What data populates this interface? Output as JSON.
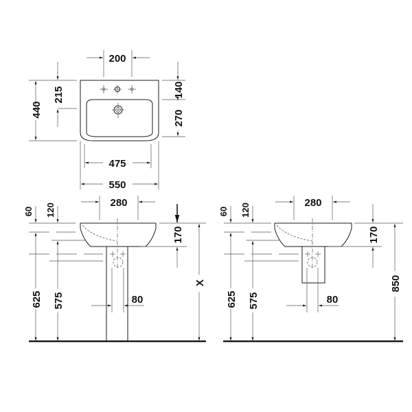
{
  "drawing": {
    "title": "Washbasin technical dimension drawing",
    "units": "mm",
    "top_view": {
      "tap_hole_spacing": "200",
      "overflow_to_tap_depth": "215",
      "total_depth": "440",
      "rear_to_tap": "140",
      "tap_to_front": "270",
      "inner_bowl_width": "475",
      "total_width": "550"
    },
    "side_view_pedestal": {
      "fixing_distance": "280",
      "rim_offset_60": "60",
      "rim_offset_120": "120",
      "basin_height": "170",
      "mounting_height_label": "X",
      "waste_height_625": "625",
      "supply_height_575": "575",
      "pedestal_width": "80"
    },
    "side_view_semipedestal": {
      "fixing_distance": "280",
      "rim_offset_60": "60",
      "rim_offset_120": "120",
      "basin_height": "170",
      "mounting_height": "850",
      "waste_height_625": "625",
      "supply_height_575": "575",
      "siphon_width": "80"
    }
  }
}
